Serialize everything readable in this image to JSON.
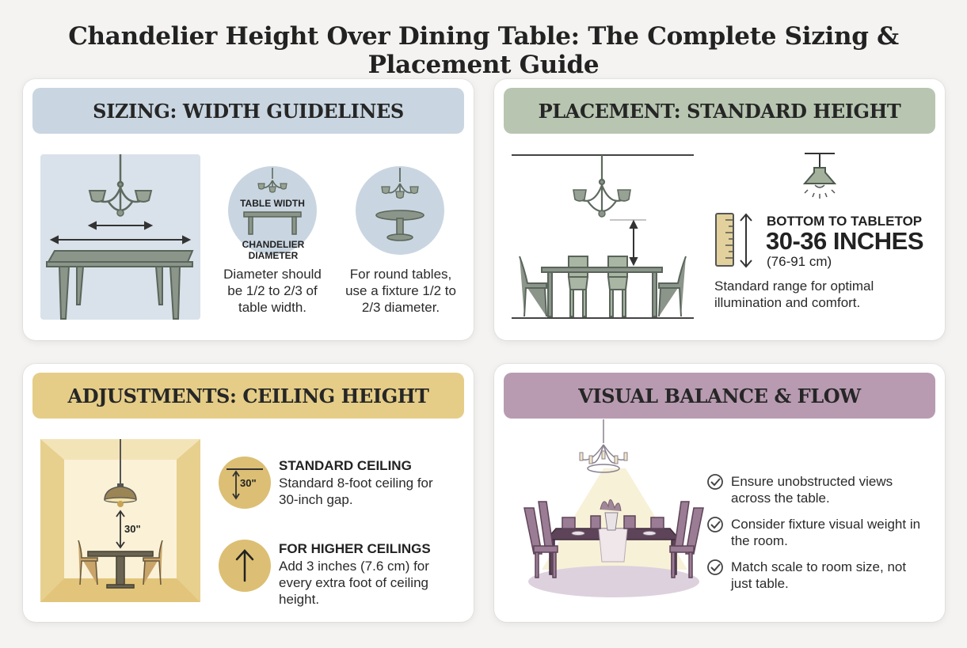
{
  "title": "Chandelier Height Over Dining Table: The Complete Sizing & Placement Guide",
  "colors": {
    "blue_header": "#c9d6e1",
    "green_header": "#b8c6b1",
    "gold_header": "#e5cd88",
    "purple_header": "#b89bb1",
    "fixture_gray": "#7f8a7d"
  },
  "sizing": {
    "header": "SIZING: WIDTH GUIDELINES",
    "table_width_label": "TABLE WIDTH",
    "chandelier_diameter_label": "CHANDELIER DIAMETER",
    "rect_caption": "Diameter should be 1/2 to 2/3 of table width.",
    "round_caption": "For round tables, use a fixture 1/2 to 2/3 diameter."
  },
  "placement": {
    "header": "PLACEMENT: STANDARD HEIGHT",
    "subtitle": "BOTTOM TO TABLETOP",
    "value": "30-36 INCHES",
    "metric": "(76-91 cm)",
    "caption": "Standard range for optimal illumination and comfort."
  },
  "adjustments": {
    "header": "ADJUSTMENTS: CEILING HEIGHT",
    "room_gap_label": "30\"",
    "icon_gap_label": "30\"",
    "standard_title": "STANDARD CEILING",
    "standard_text": "Standard 8-foot ceiling for 30-inch gap.",
    "higher_title": "FOR HIGHER CEILINGS",
    "higher_text": "Add 3 inches (7.6 cm) for every extra foot of ceiling height."
  },
  "balance": {
    "header": "VISUAL BALANCE & FLOW",
    "items": [
      "Ensure unobstructed views across the table.",
      "Consider fixture visual weight in the room.",
      "Match scale to room size, not just table."
    ]
  }
}
